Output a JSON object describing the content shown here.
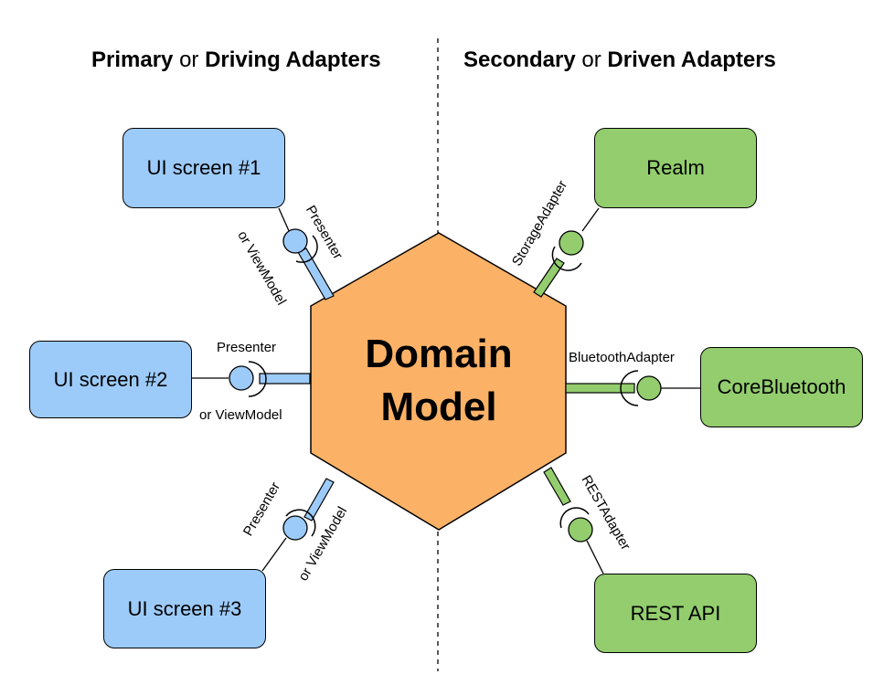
{
  "headings": {
    "left": {
      "strong1": "Primary",
      "plain": "or",
      "strong2": "Driving Adapters"
    },
    "right": {
      "strong1": "Secondary",
      "plain": "or",
      "strong2": "Driven Adapters"
    }
  },
  "domain": {
    "line1": "Domain",
    "line2": "Model"
  },
  "primary": {
    "screen1": {
      "label": "UI screen #1",
      "port_top": "Presenter",
      "port_bottom": "or ViewModel"
    },
    "screen2": {
      "label": "UI screen #2",
      "port_top": "Presenter",
      "port_bottom": "or ViewModel"
    },
    "screen3": {
      "label": "UI screen #3",
      "port_top": "Presenter",
      "port_bottom": "or ViewModel"
    }
  },
  "secondary": {
    "realm": {
      "label": "Realm",
      "port": "StorageAdapter"
    },
    "bluetooth": {
      "label": "CoreBluetooth",
      "port": "BluetoothAdapter"
    },
    "rest": {
      "label": "REST API",
      "port": "RESTAdapter"
    }
  },
  "colors": {
    "hexagon": "#FBB267",
    "primary_fill": "#9DCBF9",
    "secondary_fill": "#93CD6E",
    "stroke": "#000000"
  }
}
